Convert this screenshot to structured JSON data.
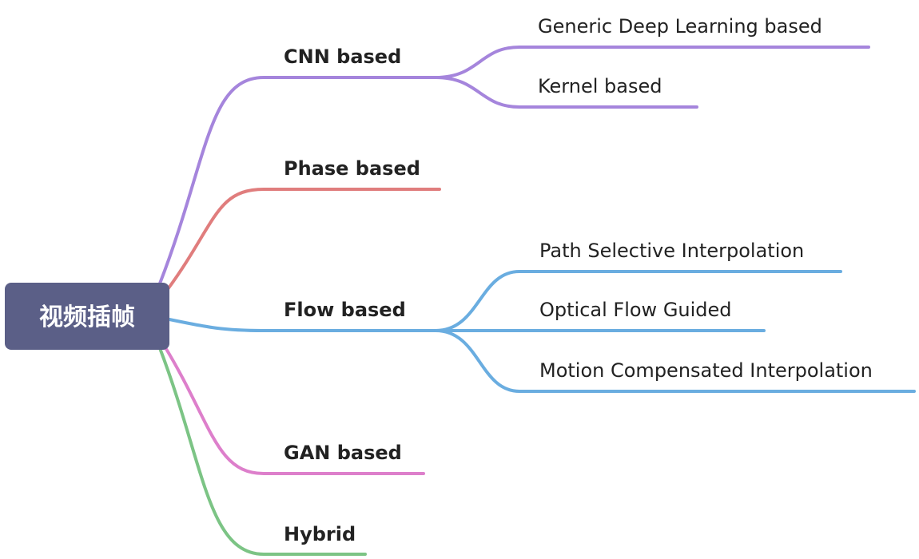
{
  "mindmap": {
    "root": {
      "label": "视频插帧"
    },
    "branches": [
      {
        "id": "cnn",
        "label": "CNN based",
        "color": "#a585dc",
        "children": [
          {
            "label": "Generic Deep Learning based"
          },
          {
            "label": "Kernel based"
          }
        ]
      },
      {
        "id": "phase",
        "label": "Phase based",
        "color": "#e07d7d",
        "children": []
      },
      {
        "id": "flow",
        "label": "Flow based",
        "color": "#6aade0",
        "children": [
          {
            "label": "Path Selective Interpolation"
          },
          {
            "label": "Optical Flow Guided"
          },
          {
            "label": "Motion Compensated Interpolation"
          }
        ]
      },
      {
        "id": "gan",
        "label": "GAN based",
        "color": "#dd7fcb",
        "children": []
      },
      {
        "id": "hybrid",
        "label": "Hybrid",
        "color": "#7cc485",
        "children": []
      }
    ]
  }
}
